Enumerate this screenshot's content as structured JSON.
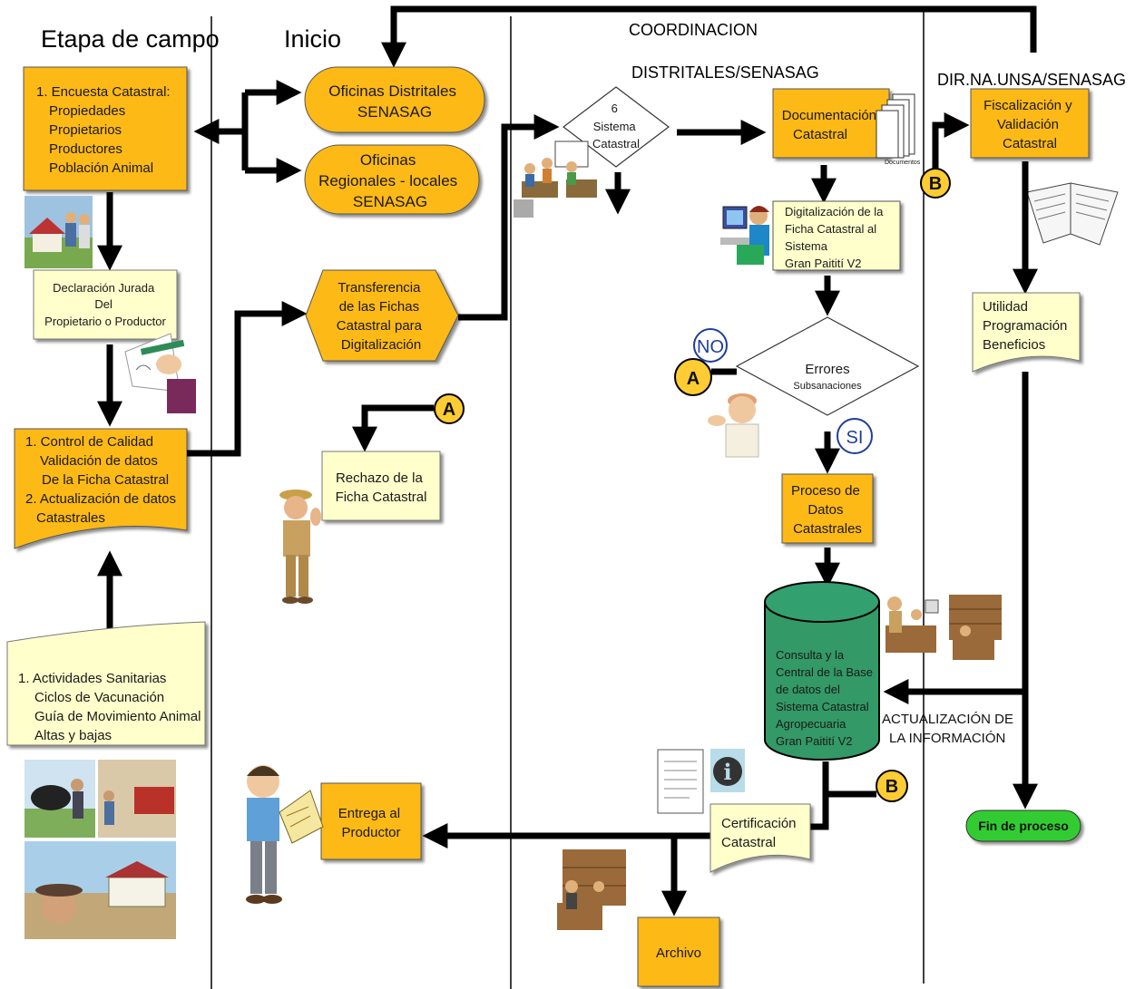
{
  "lanes": {
    "etapa_campo": "Etapa de campo",
    "inicio": "Inicio",
    "coordinacion": "COORDINACION",
    "distritales": "DISTRITALES/SENASAG",
    "dirnaunsa": "DIR.NA.UNSA/SENASAG"
  },
  "nodes": {
    "encuesta": [
      "1. Encuesta Catastral:",
      "Propiedades",
      "Propietarios",
      "Productores",
      "Población Animal"
    ],
    "declaracion": [
      "Declaración Jurada",
      "Del",
      "Propietario o Productor"
    ],
    "control": [
      "1.  Control de Calidad",
      "Validación de datos",
      "De la Ficha Catastral",
      "2. Actualización de datos",
      "Catastrales"
    ],
    "actividades": [
      "1.  Actividades Sanitarias",
      "Ciclos de Vacunación",
      "Guía de Movimiento Animal",
      "Altas y bajas"
    ],
    "oficinas_distritales": [
      "Oficinas Distritales",
      "SENASAG"
    ],
    "oficinas_regionales": [
      "Oficinas",
      "Regionales - locales",
      "SENASAG"
    ],
    "transferencia": [
      "Transferencia",
      "de las Fichas",
      "Catastral para",
      "Digitalización"
    ],
    "rechazo": [
      "Rechazo de la",
      "Ficha Catastral"
    ],
    "entrega": [
      "Entrega al",
      "Productor"
    ],
    "sistema": [
      "6",
      "Sistema",
      "Catastral"
    ],
    "documentacion": [
      "Documentación",
      "Catastral"
    ],
    "documentos_caption": "Documentos",
    "digitalizacion": [
      "Digitalización de la",
      "Ficha Catastral al",
      "Sistema",
      "Gran Paitití V2"
    ],
    "errores": [
      "Errores",
      "Subsanaciones"
    ],
    "proceso": [
      "Proceso de",
      "Datos",
      "Catastrales"
    ],
    "base_datos": [
      "Consulta y la",
      "Central de la Base",
      "de datos del",
      "Sistema Catastral",
      "Agropecuaria",
      "Gran Paitití V2"
    ],
    "certificacion": [
      "Certificación",
      "Catastral"
    ],
    "archivo": "Archivo",
    "fiscalizacion": [
      "Fiscalización y",
      "Validación",
      "Catastral"
    ],
    "utilidad": [
      "Utilidad",
      "Programación",
      "Beneficios"
    ],
    "fin": "Fin de proceso",
    "actualizacion": [
      "ACTUALIZACIÓN DE",
      "LA INFORMACIÓN"
    ]
  },
  "connectors": {
    "a1": "A",
    "a2": "A",
    "b1": "B",
    "b2": "B",
    "no": "NO",
    "si": "SI",
    "info": "i"
  },
  "colors": {
    "orange": "#FDB913",
    "yellow_note": "#FFFFCC",
    "green_db": "#339966",
    "green_end": "#33CC33",
    "connector_fill": "#FFCC33",
    "badge_blue": "#1F3F99"
  }
}
